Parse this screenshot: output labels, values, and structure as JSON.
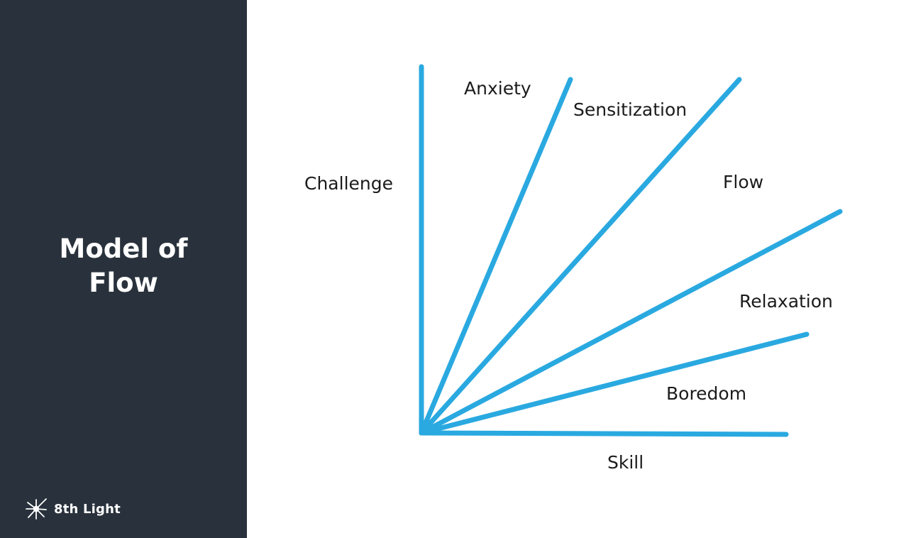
{
  "colors": {
    "sidebar_bg": "#29323c",
    "line": "#2aa9e0",
    "text": "#1b1b1b"
  },
  "sidebar": {
    "title_lines": [
      "Model of",
      "Flow"
    ],
    "logo_icon": "starburst-icon",
    "logo_text": "8th Light"
  },
  "diagram": {
    "y_axis_label": "Challenge",
    "x_axis_label": "Skill",
    "zones": [
      "Anxiety",
      "Sensitization",
      "Flow",
      "Relaxation",
      "Boredom"
    ]
  }
}
